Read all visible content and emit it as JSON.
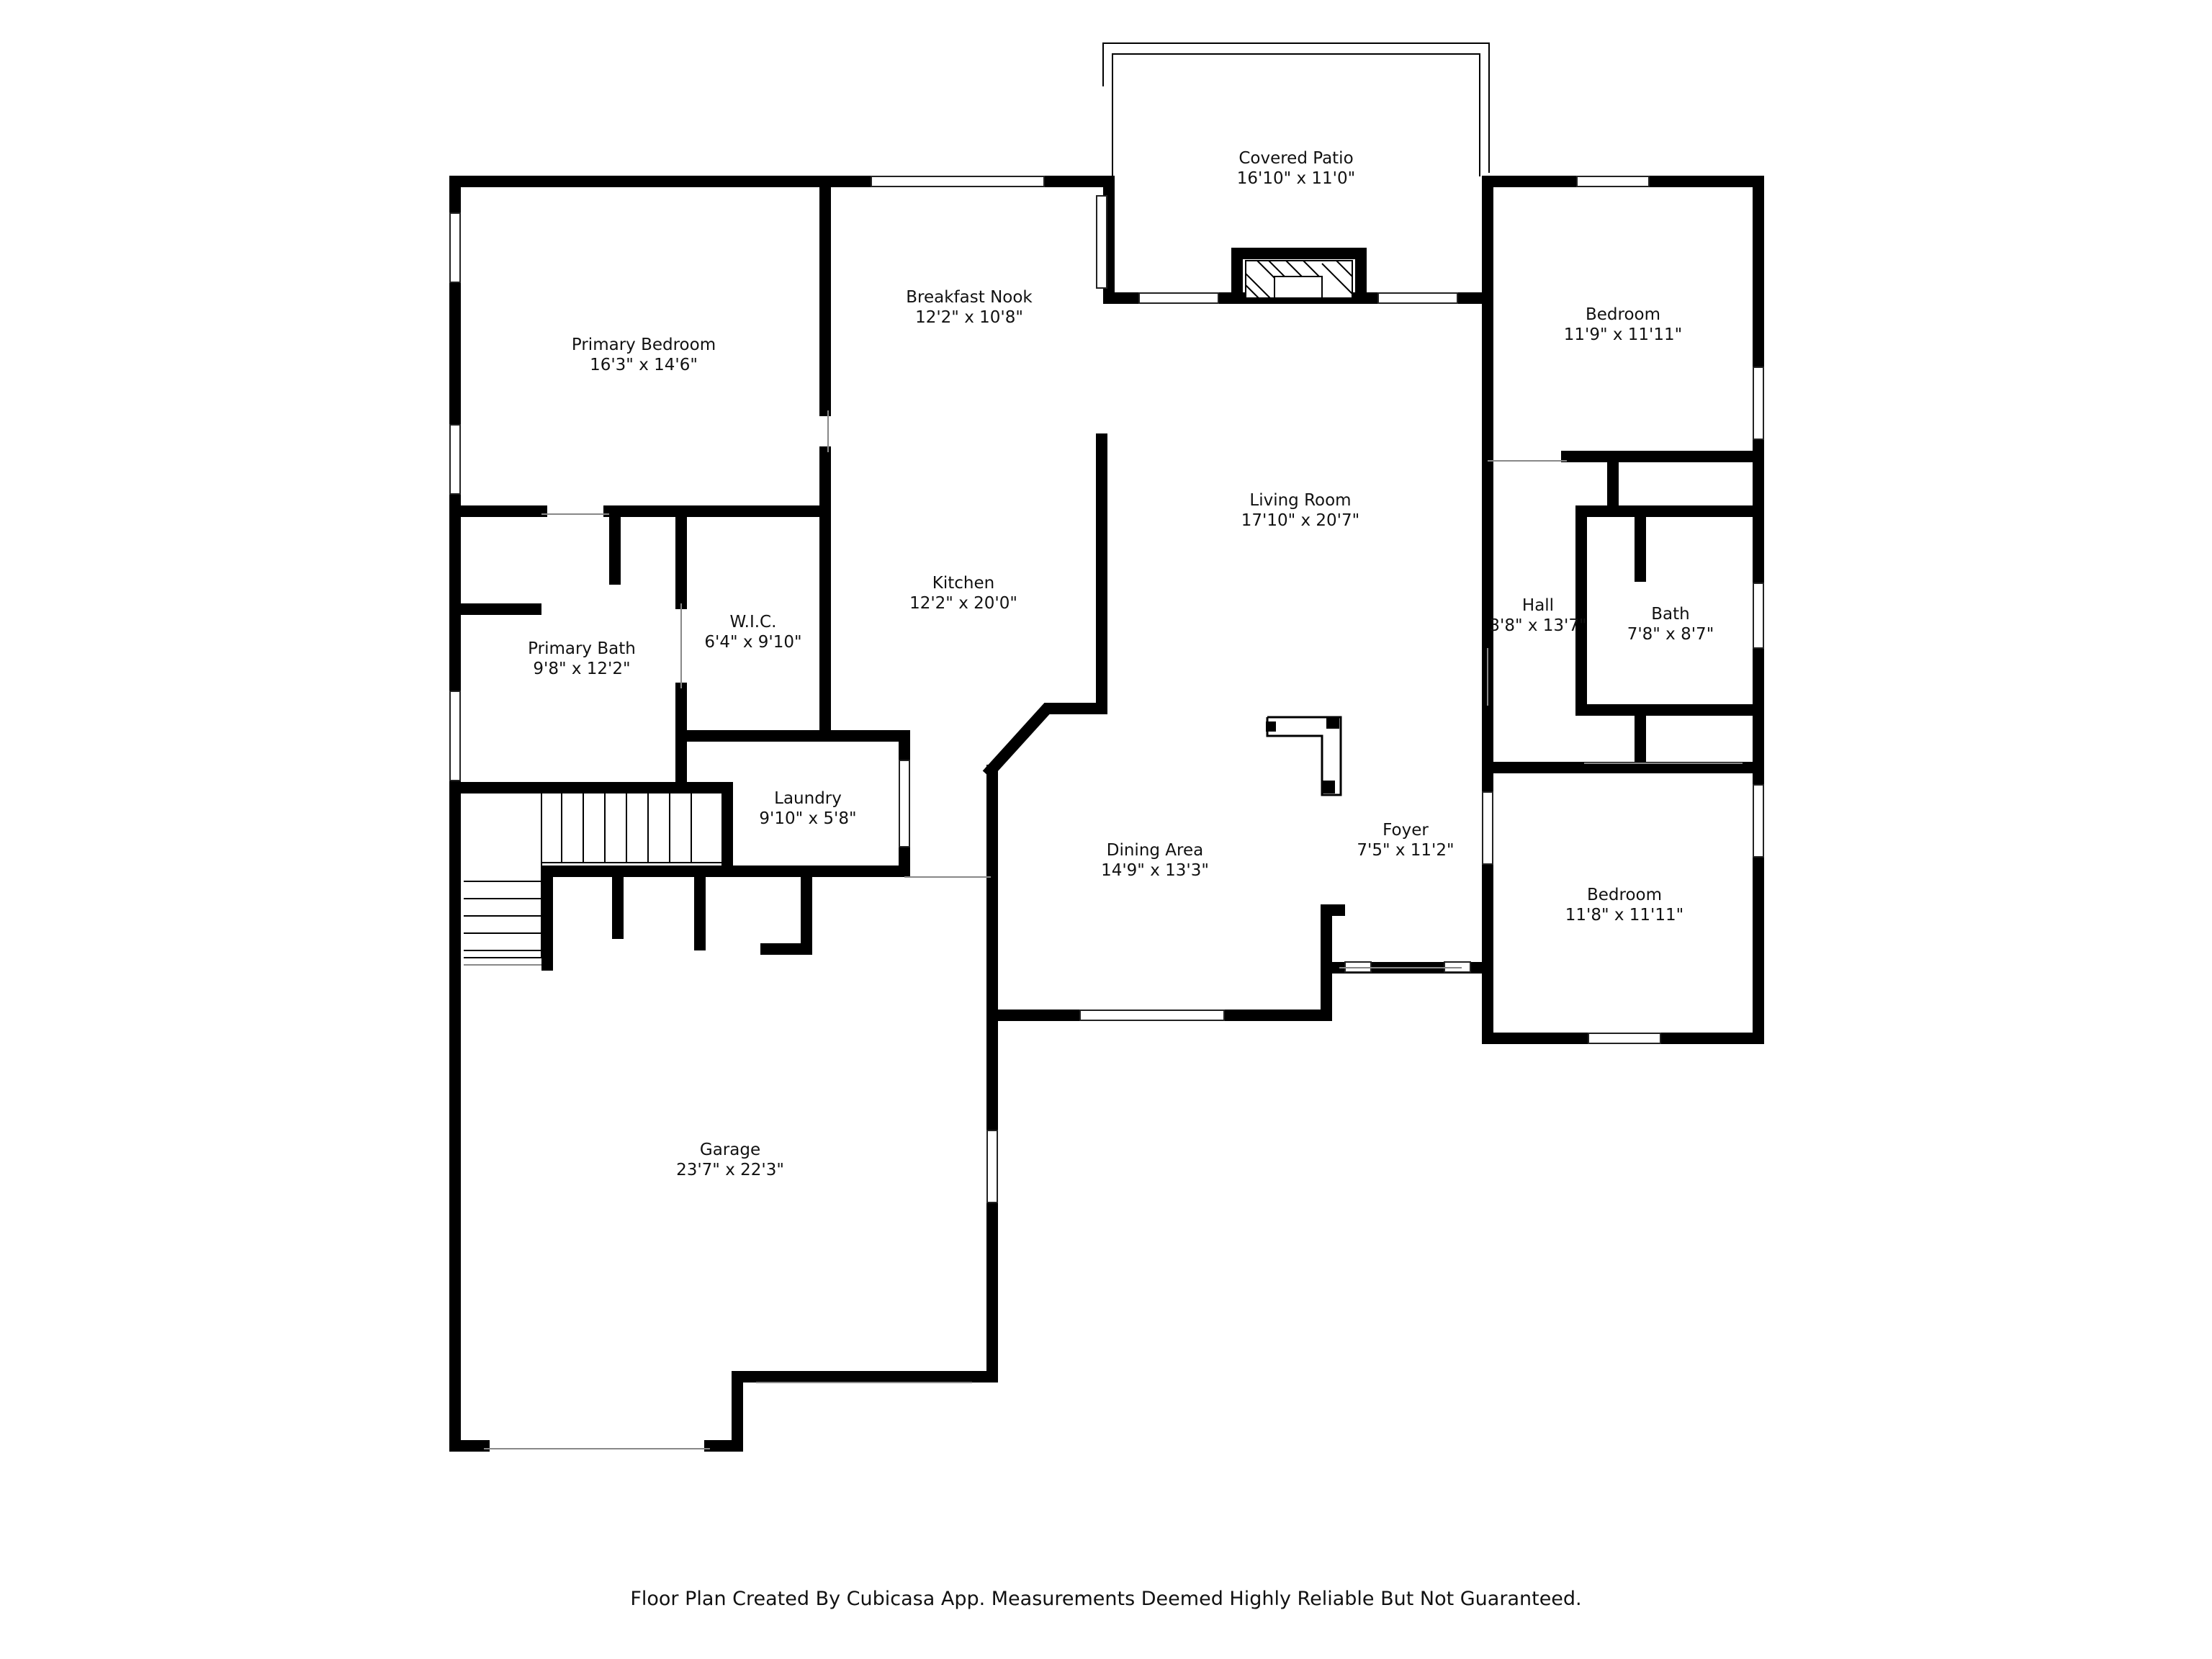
{
  "rooms": {
    "covered_patio": {
      "name": "Covered Patio",
      "dims": "16'10\" x 11'0\""
    },
    "breakfast_nook": {
      "name": "Breakfast Nook",
      "dims": "12'2\" x 10'8\""
    },
    "primary_bedroom": {
      "name": "Primary Bedroom",
      "dims": "16'3\" x 14'6\""
    },
    "bedroom_top": {
      "name": "Bedroom",
      "dims": "11'9\" x 11'11\""
    },
    "living_room": {
      "name": "Living Room",
      "dims": "17'10\" x 20'7\""
    },
    "kitchen": {
      "name": "Kitchen",
      "dims": "12'2\" x 20'0\""
    },
    "wic": {
      "name": "W.I.C.",
      "dims": "6'4\" x 9'10\""
    },
    "primary_bath": {
      "name": "Primary Bath",
      "dims": "9'8\" x 12'2\""
    },
    "hall": {
      "name": "Hall",
      "dims": "3'8\" x 13'7\""
    },
    "bath": {
      "name": "Bath",
      "dims": "7'8\" x 8'7\""
    },
    "laundry": {
      "name": "Laundry",
      "dims": "9'10\" x 5'8\""
    },
    "foyer": {
      "name": "Foyer",
      "dims": "7'5\" x 11'2\""
    },
    "dining_area": {
      "name": "Dining Area",
      "dims": "14'9\" x 13'3\""
    },
    "bedroom_bottom": {
      "name": "Bedroom",
      "dims": "11'8\" x 11'11\""
    },
    "garage": {
      "name": "Garage",
      "dims": "23'7\" x 22'3\""
    }
  },
  "caption": "Floor Plan Created By Cubicasa App. Measurements Deemed Highly Reliable But Not Guaranteed.",
  "colors": {
    "wall": "#000000",
    "background": "#ffffff",
    "text": "#111111"
  }
}
